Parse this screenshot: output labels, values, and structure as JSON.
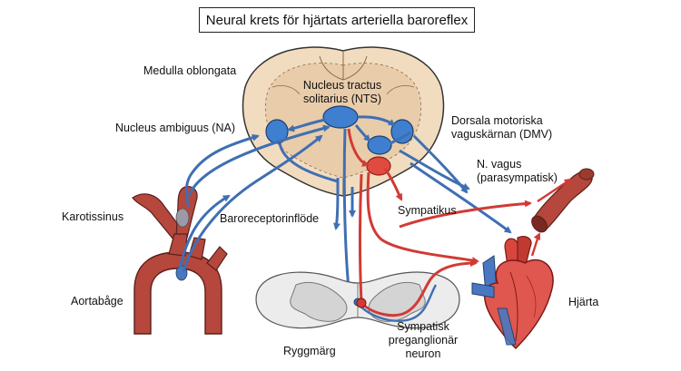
{
  "title": "Neural krets för hjärtats arteriella baroreflex",
  "labels": {
    "medulla": "Medulla oblongata",
    "nts_line1": "Nucleus tractus",
    "nts_line2": "solitarius (NTS)",
    "na": "Nucleus ambiguus (NA)",
    "dmv_line1": "Dorsala motoriska",
    "dmv_line2": "vaguskärnan (DMV)",
    "vagus_line1": "N. vagus",
    "vagus_line2": "(parasympatisk)",
    "karotissinus": "Karotissinus",
    "baroreceptor": "Baroreceptorinflöde",
    "sympatikus": "Sympatikus",
    "aortabage": "Aortabåge",
    "ryggmarg": "Ryggmärg",
    "symp_line1": "Sympatisk",
    "symp_line2": "preganglionär",
    "symp_line3": "neuron",
    "hjarta": "Hjärta"
  },
  "colors": {
    "afferent": "#3f6fb3",
    "sympathetic": "#d23a35",
    "nucleus": "#3f7fcf",
    "medulla_fill": "#f1dcc0",
    "medulla_inner": "#e6c9a4",
    "spinal_fill": "#e6e6e6",
    "artery": "#b5473c",
    "heart": "#e0574f"
  },
  "icons": [
    "medulla-section",
    "spinal-cord-section",
    "aortic-arch",
    "heart",
    "artery-segment"
  ]
}
